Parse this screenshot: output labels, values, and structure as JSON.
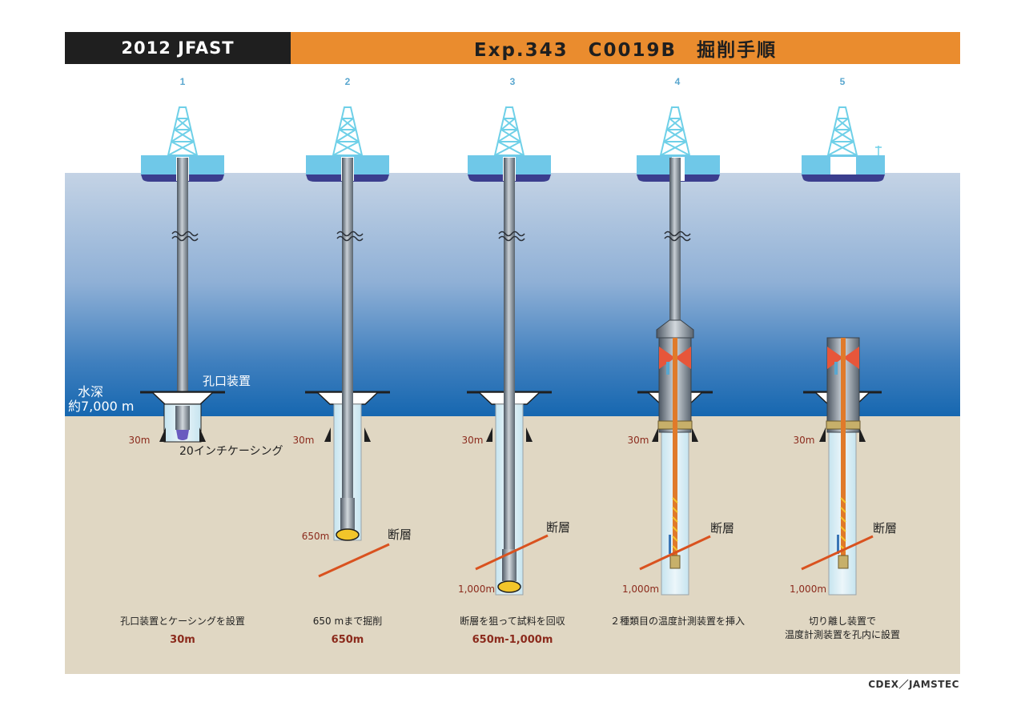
{
  "header": {
    "left_title": "2012 JFAST",
    "right_title": "Exp.343　C0019B　掘削手順"
  },
  "colors": {
    "orange": "#ea8c2e",
    "dark": "#1f1f1f",
    "depth_red": "#8b2a1c",
    "step_blue": "#5aa7cf",
    "fault_line": "#d9521f",
    "seabed": "#e0d7c3"
  },
  "water_depth": {
    "line1": "水深",
    "line2": "約7,000 m"
  },
  "wellhead_label": "孔口装置",
  "casing_label": "20インチケーシング",
  "fault_label": "断層",
  "steps": [
    {
      "num": "1",
      "depth_labels": [
        "30m"
      ],
      "caption": "孔口装置とケーシングを設置",
      "depth_caption": "30m"
    },
    {
      "num": "2",
      "depth_labels": [
        "30m",
        "650m"
      ],
      "caption": "650 mまで掘削",
      "depth_caption": "650m"
    },
    {
      "num": "3",
      "depth_labels": [
        "30m",
        "1,000m"
      ],
      "caption": "断層を狙って試料を回収",
      "depth_caption": "650m-1,000m"
    },
    {
      "num": "4",
      "depth_labels": [
        "30m",
        "1,000m"
      ],
      "caption": "２種類目の温度計測装置を挿入",
      "depth_caption": ""
    },
    {
      "num": "5",
      "depth_labels": [
        "30m",
        "1,000m"
      ],
      "caption_line1": "切り離し装置で",
      "caption_line2": "温度計測装置を孔内に設置",
      "depth_caption": ""
    }
  ],
  "credit": "CDEX／JAMSTEC"
}
